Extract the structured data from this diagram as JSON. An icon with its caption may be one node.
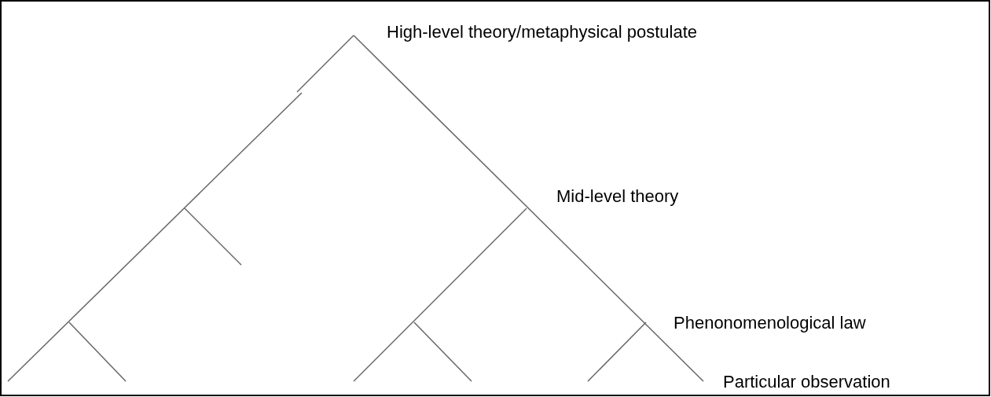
{
  "diagram": {
    "labels": [
      "High-level theory/metaphysical postulate",
      "Mid-level theory",
      "Phenonomenological law",
      "Particular observation"
    ]
  }
}
